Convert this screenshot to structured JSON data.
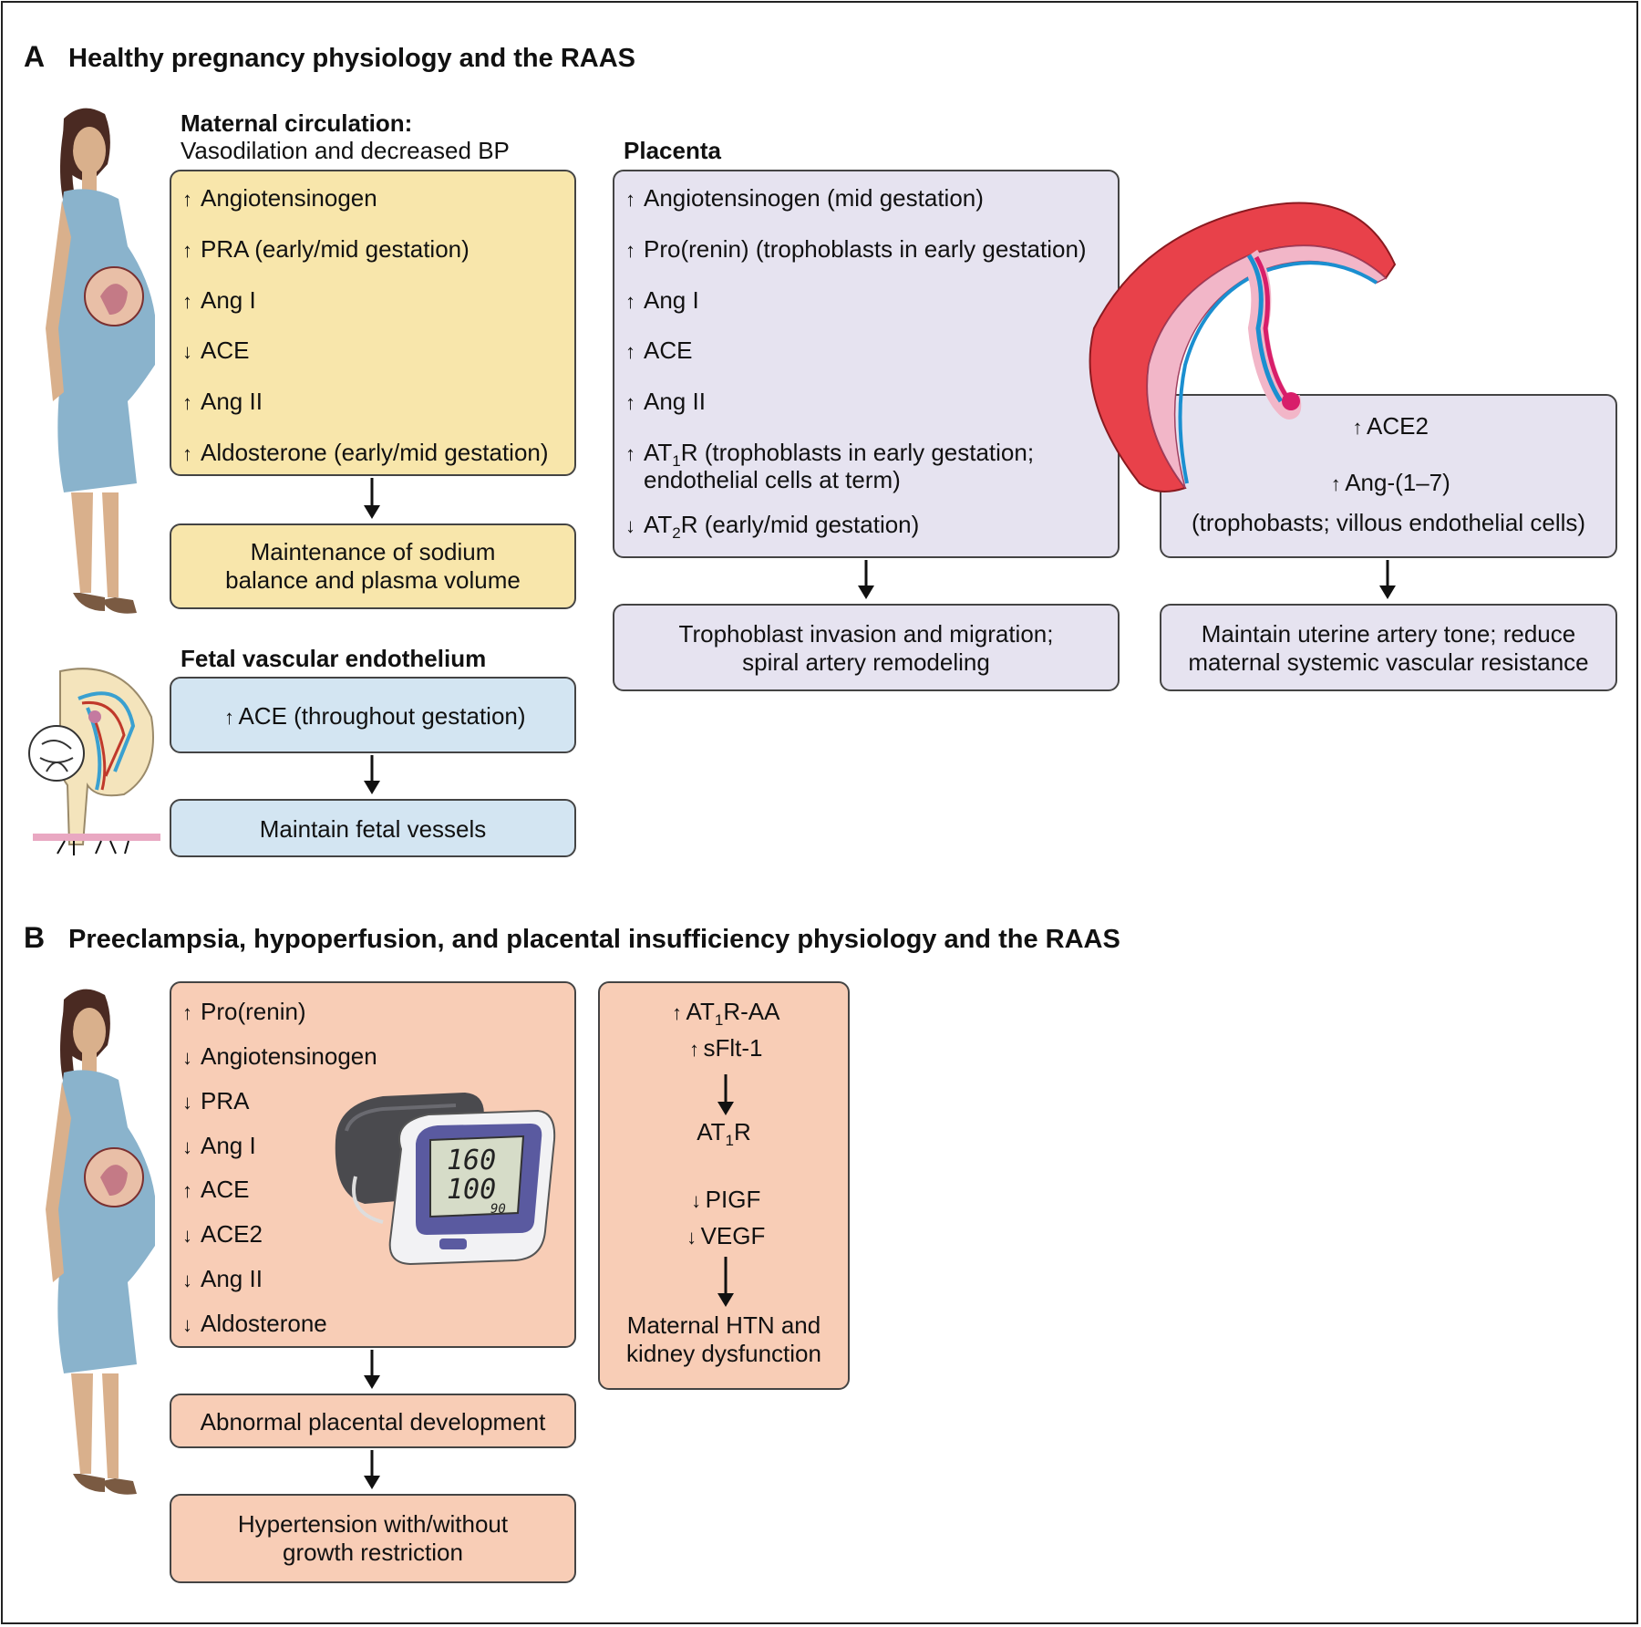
{
  "section_a": {
    "letter": "A",
    "title": "Healthy pregnancy physiology and the RAAS",
    "maternal": {
      "heading": "Maternal circulation:",
      "subheading": "Vasodilation and decreased BP",
      "items": [
        {
          "dir": "up",
          "text": "Angiotensinogen"
        },
        {
          "dir": "up",
          "text": "PRA (early/mid gestation)"
        },
        {
          "dir": "up",
          "text": "Ang I"
        },
        {
          "dir": "down",
          "text": "ACE"
        },
        {
          "dir": "up",
          "text": "Ang II"
        },
        {
          "dir": "up",
          "text": "Aldosterone (early/mid gestation)"
        }
      ],
      "outcome_line1": "Maintenance of sodium",
      "outcome_line2": "balance and plasma volume"
    },
    "fetal": {
      "heading": "Fetal vascular endothelium",
      "item": "ACE (throughout gestation)",
      "outcome": "Maintain fetal vessels"
    },
    "placenta": {
      "heading": "Placenta",
      "items": [
        "Angiotensinogen (mid gestation)",
        "Pro(renin) (trophoblasts in early gestation)",
        "Ang I",
        "ACE",
        "Ang II"
      ],
      "at1r_prefix": "AT",
      "at1r_sub": "1",
      "at1r_line1": "R (trophoblasts in early gestation;",
      "at1r_line2": "endothelial cells at term)",
      "at2r_prefix": "AT",
      "at2r_sub": "2",
      "at2r_rest": "R (early/mid gestation)",
      "outcome_line1": "Trophoblast invasion and migration;",
      "outcome_line2": "spiral artery remodeling"
    },
    "villous": {
      "item1": "ACE2",
      "item2": "Ang-(1–7)",
      "note": "(trophobasts; villous endothelial cells)",
      "outcome_line1": "Maintain uterine artery tone; reduce",
      "outcome_line2": "maternal systemic vascular resistance"
    }
  },
  "section_b": {
    "letter": "B",
    "title": "Preeclampsia, hypoperfusion, and placental insufficiency physiology and the RAAS",
    "items": [
      {
        "dir": "up",
        "text": "Pro(renin)"
      },
      {
        "dir": "down",
        "text": "Angiotensinogen"
      },
      {
        "dir": "down",
        "text": "PRA"
      },
      {
        "dir": "down",
        "text": "Ang I"
      },
      {
        "dir": "up",
        "text": "ACE"
      },
      {
        "dir": "down",
        "text": "ACE2"
      },
      {
        "dir": "down",
        "text": "Ang II"
      },
      {
        "dir": "down",
        "text": "Aldosterone"
      }
    ],
    "monitor": {
      "systolic": "160",
      "diastolic": "100",
      "pulse": "90"
    },
    "outcome1": "Abnormal placental development",
    "outcome2_line1": "Hypertension with/without",
    "outcome2_line2": "growth restriction",
    "right": {
      "aa_prefix": "AT",
      "aa_sub": "1",
      "aa_rest": "R-AA",
      "sflt": "sFlt-1",
      "at1r_prefix": "AT",
      "at1r_sub": "1",
      "at1r_rest": "R",
      "pigf": "PIGF",
      "vegf": "VEGF",
      "outcome_line1": "Maternal HTN and",
      "outcome_line2": "kidney dysfunction"
    }
  },
  "glyphs": {
    "up": "↑",
    "down": "↓"
  },
  "colors": {
    "yellow": "#f8e6ab",
    "lavender": "#e6e3f0",
    "blue": "#d3e5f2",
    "salmon": "#f8cdb6",
    "placenta_red": "#e8414a"
  }
}
